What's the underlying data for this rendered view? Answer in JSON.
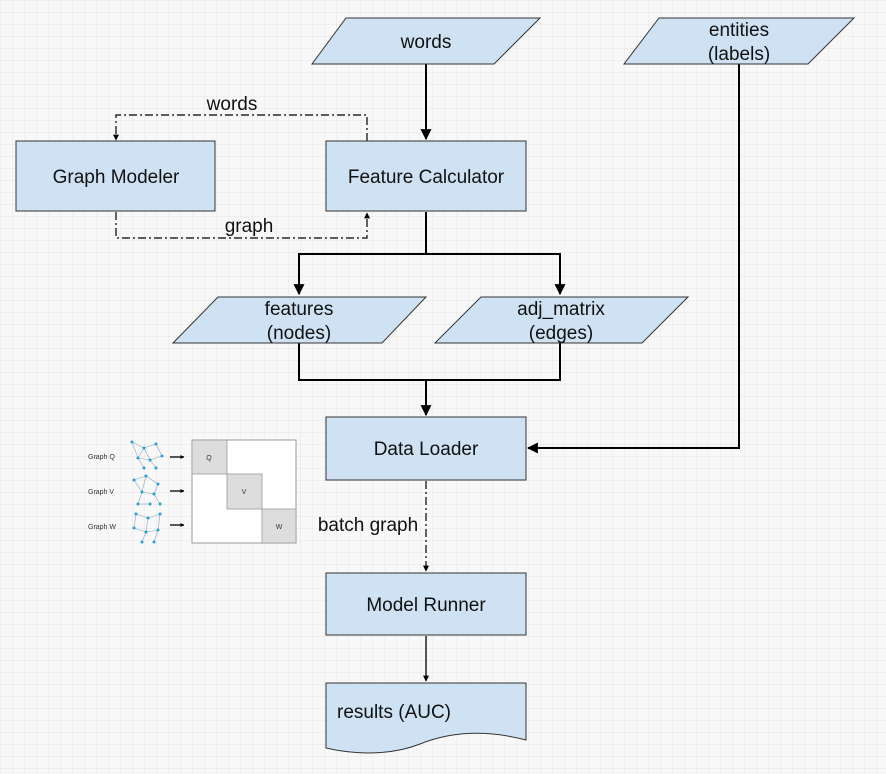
{
  "nodes": {
    "words_input": "words",
    "entities_line1": "entities",
    "entities_line2": "(labels)",
    "graph_modeler": "Graph Modeler",
    "feature_calculator": "Feature Calculator",
    "features_line1": "features",
    "features_line2": "(nodes)",
    "adj_matrix_line1": "adj_matrix",
    "adj_matrix_line2": "(edges)",
    "data_loader": "Data Loader",
    "model_runner": "Model Runner",
    "results": "results (AUC)"
  },
  "edge_labels": {
    "words": "words",
    "graph": "graph",
    "batch_graph": "batch graph"
  },
  "inset": {
    "graph_labels": [
      "Graph Q",
      "Graph V",
      "Graph W"
    ],
    "matrix_labels": [
      "Q",
      "V",
      "W"
    ]
  },
  "colors": {
    "box_fill": "#cfe2f3",
    "box_stroke": "#333333"
  }
}
